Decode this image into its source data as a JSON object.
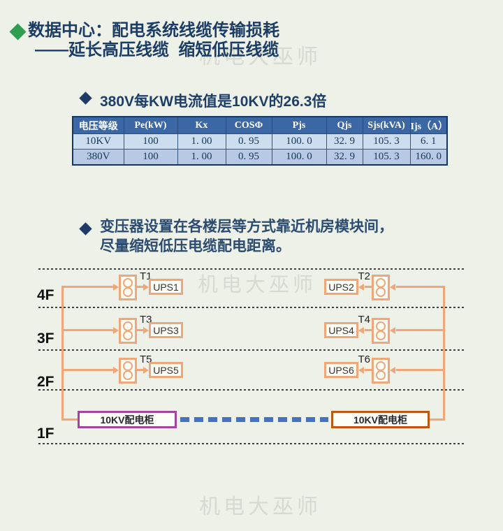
{
  "slide": {
    "title": "数据中心：配电系统线缆传输损耗",
    "subtitle": "——延长高压线缆  缩短低压线缆",
    "watermark": "机电大巫师"
  },
  "bullets": {
    "current_ratio": "380V每KW电流值是10KV的26.3倍",
    "transformer_line1": "变压器设置在各楼层等方式靠近机房模块间，",
    "transformer_line2": "尽量缩短低压电缆配电距离。"
  },
  "table": {
    "headers": [
      "电压等级",
      "Pe(kW)",
      "Kx",
      "COSΦ",
      "Pjs",
      "Qjs",
      "Sjs(kVA)",
      "Ijs（A）"
    ],
    "rows": [
      [
        "10KV",
        "100",
        "1. 00",
        "0. 95",
        "100. 0",
        "32. 9",
        "105. 3",
        "6. 1"
      ],
      [
        "380V",
        "100",
        "1. 00",
        "0. 95",
        "100. 0",
        "32. 9",
        "105. 3",
        "160. 0"
      ]
    ]
  },
  "diagram": {
    "floors": [
      "4F",
      "3F",
      "2F",
      "1F"
    ],
    "transformers": [
      "T1",
      "T2",
      "T3",
      "T4",
      "T5",
      "T6"
    ],
    "ups": [
      "UPS1",
      "UPS2",
      "UPS3",
      "UPS4",
      "UPS5",
      "UPS6"
    ],
    "cabinets": {
      "left": "10KV配电柜",
      "right": "10KV配电柜"
    }
  },
  "colors": {
    "background": "#edf1e8",
    "title_navy": "#1b3c64",
    "accent_green": "#2f9e50",
    "bullet_navy": "#1e3a66",
    "table_header_bg": "#3b67a5",
    "table_row_10kv_bg": "#cdddf0",
    "table_row_380v_bg": "#b7c9e4",
    "diagram_orange": "#efa679",
    "cabinet_left_border": "#a3459e",
    "cabinet_right_border": "#c0570f",
    "hv_link_blue": "#4472c4",
    "watermark_gray": "#c8cdc4"
  }
}
